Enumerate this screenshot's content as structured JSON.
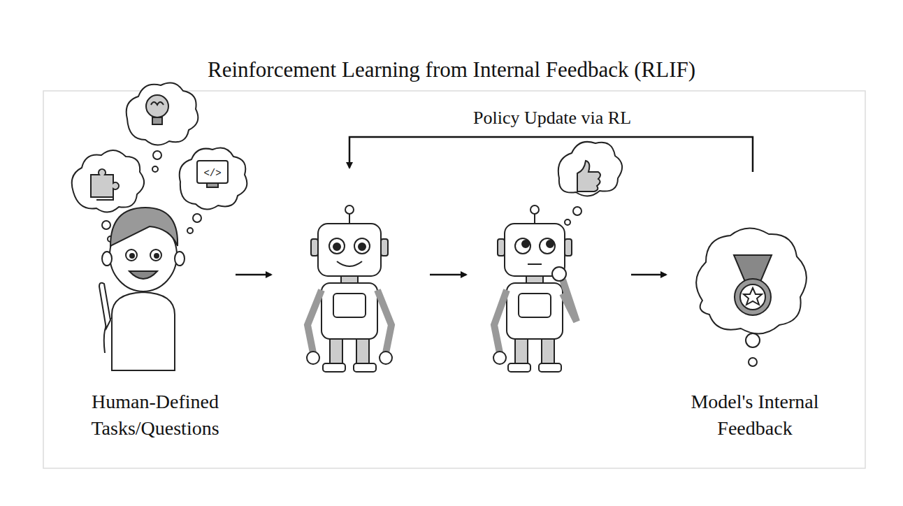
{
  "diagram": {
    "title": "Reinforcement Learning from Internal Feedback (RLIF)",
    "nodes": [
      {
        "text": [
          "Human-Defined Tasks/Questions"
        ]
      },
      {
        "text": [
          "Model's Internal Feedback"
        ]
      }
    ],
    "labels": [
      "Policy Update via RL"
    ]
  }
}
